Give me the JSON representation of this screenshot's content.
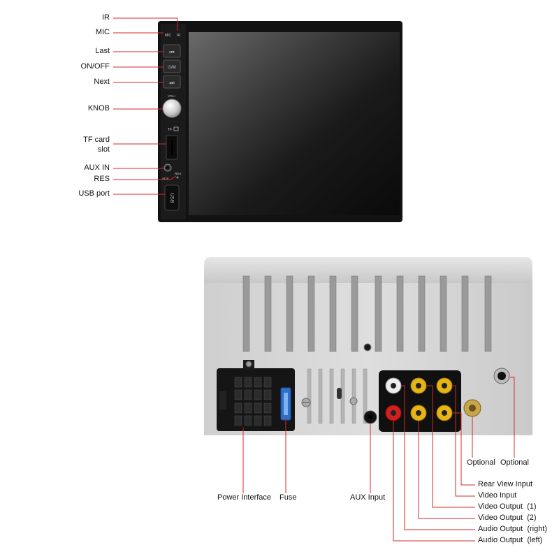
{
  "front_labels": {
    "ir": "IR",
    "mic": "MIC",
    "last": "Last",
    "onoff": "ON/OFF",
    "next": "Next",
    "knob": "KNOB",
    "tf_line1": "TF card",
    "tf_line2": "slot",
    "aux_in": "AUX IN",
    "res": "RES",
    "usb_port": "USB port"
  },
  "front_panel_marks": {
    "mic": "MIC",
    "ir": "IR",
    "vol": "VOL+",
    "tf": "TF",
    "aux": "AUX",
    "res": "RES",
    "usb": "USB",
    "onm": "⏻/M"
  },
  "rear_labels": {
    "power_interface": "Power Interface",
    "fuse": "Fuse",
    "aux_input": "AUX Input",
    "optional_1": "Optional",
    "optional_2": "Optional",
    "rear_view_input": "Rear View Input",
    "video_input": "Video Input",
    "video_output_1": "Video Output  (1)",
    "video_output_2": "Video Output  (2)",
    "audio_output_right": "Audio Output  (right)",
    "audio_output_left": "Audio Output  (left)"
  },
  "colors": {
    "leader_line": "#d42a2a",
    "rca_yellow": "#e7b416",
    "rca_red": "#d41f1f",
    "rca_white": "#eeeeee"
  }
}
